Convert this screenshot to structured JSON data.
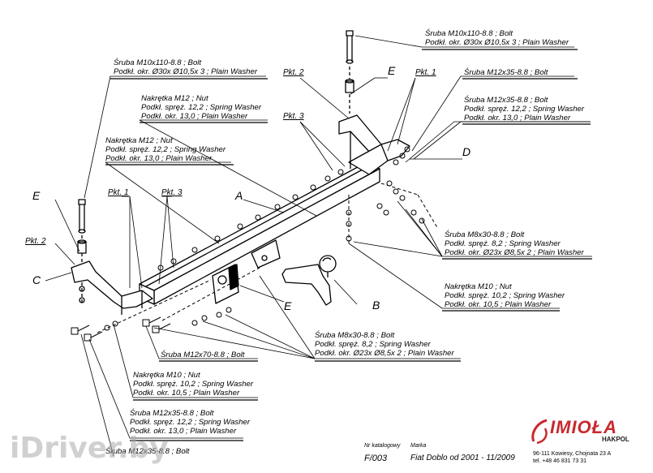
{
  "labels": {
    "top_right_bolt": [
      "Śruba M10x110-8.8   ;  Bolt",
      "Podkł. okr.  Ø30x Ø10,5x 3 ; Plain Washer"
    ],
    "top_left_bolt": [
      "Śruba M10x110-8.8  ;  Bolt",
      "Podkł. okr.  Ø30x Ø10,5x 3 ; Plain Washer"
    ],
    "right_bolt_a": [
      "Śruba M12x35-8.8   ;  Bolt"
    ],
    "right_bolt_b": [
      "Śruba M12x35-8.8  ;  Bolt",
      "Podkł. spręż. 12,2 ; Spring Washer",
      "Podkł. okr. 13,0 ;  Plain Washer"
    ],
    "nut_center": [
      "Nakrętka  M12 ; Nut",
      "Podkł. spręż. 12,2 ; Spring Washer",
      "Podkł. okr. 13,0 ;  Plain Washer"
    ],
    "nut_left": [
      "Nakrętka  M12 ; Nut",
      "Podkł. spręż. 12,2 ; Spring Washer",
      "Podkł. okr. 13,0 ;  Plain Washer"
    ],
    "bolt_m8_right": [
      "Śruba  M8x30-8.8   ;  Bolt",
      "Podkł. spręż. 8,2 ; Spring Washer",
      "Podkł. okr.  Ø23x Ø8,5x 2 ; Plain Washer"
    ],
    "nut_m10_right": [
      "Nakrętka  M10 ; Nut",
      "Podkł. spręż. 10,2 ; Spring Washer",
      "Podkł. okr. 10,5 ;  Plain Washer"
    ],
    "bolt_m12x70": [
      "Śruba M12x70-8.8   ;  Bolt"
    ],
    "bolt_m8_center": [
      "Śruba  M8x30-8.8   ;  Bolt",
      "Podkł. spręż. 8,2 ; Spring Washer",
      "Podkł. okr.  Ø23x Ø8,5x 2 ; Plain Washer"
    ],
    "nut_m10_left": [
      "Nakrętka  M10 ; Nut",
      "Podkł. spręż. 10,2 ; Spring Washer",
      "Podkł. okr. 10,5 ;  Plain Washer"
    ],
    "bolt_m12x35_bottom": [
      "Śruba M12x35-8.8  ;  Bolt",
      "Podkł. spręż. 12,2 ; Spring Washer",
      "Podkł. okr. 13,0 ;  Plain Washer"
    ],
    "bolt_bottom_partial": "Śruba M12x35-8.8   ;  Bolt"
  },
  "letters": {
    "A": "A",
    "B": "B",
    "C": "C",
    "D": "D",
    "E": "E"
  },
  "points": {
    "p1": "Pkt. 1",
    "p2": "Pkt. 2",
    "p3": "Pkt. 3"
  },
  "footer": {
    "catalog_label": "Nr katalogowy",
    "catalog_no": "F/003",
    "make_label": "Marka",
    "vehicle": "Fiat Doblo    od  2001 - 11/2009"
  },
  "logo": {
    "name": "IMIOŁA",
    "sub": "HAKPOL",
    "color": "#c9282d"
  },
  "address": [
    "96-111 Kowiesy, Chojnata 23 A",
    "tel. +48 46 831 73 31"
  ],
  "watermark": "iDriver.by"
}
